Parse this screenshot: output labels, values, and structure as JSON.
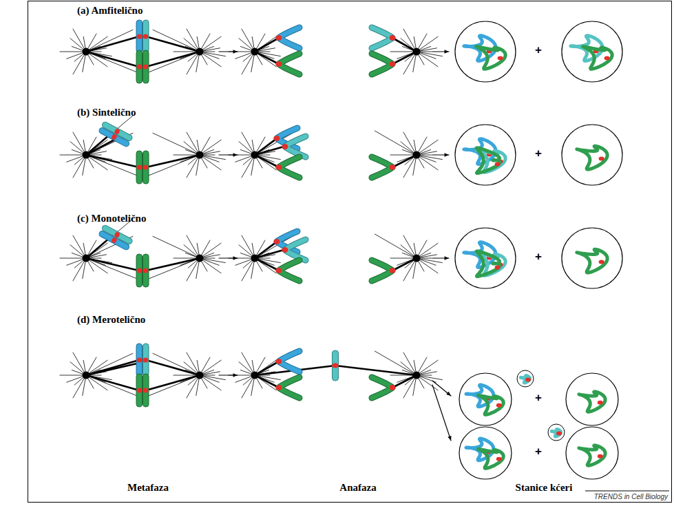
{
  "diagram": {
    "labels": [
      "(a) Amfitelično",
      "+",
      "(b) Sintelično",
      "+",
      "(c) Monotelično",
      "+",
      "(d) Merotelično",
      "+",
      "+",
      "Metafaza",
      "Anafaza",
      "Stanice kćeri",
      "TRENDS in Cell Biology"
    ]
  }
}
